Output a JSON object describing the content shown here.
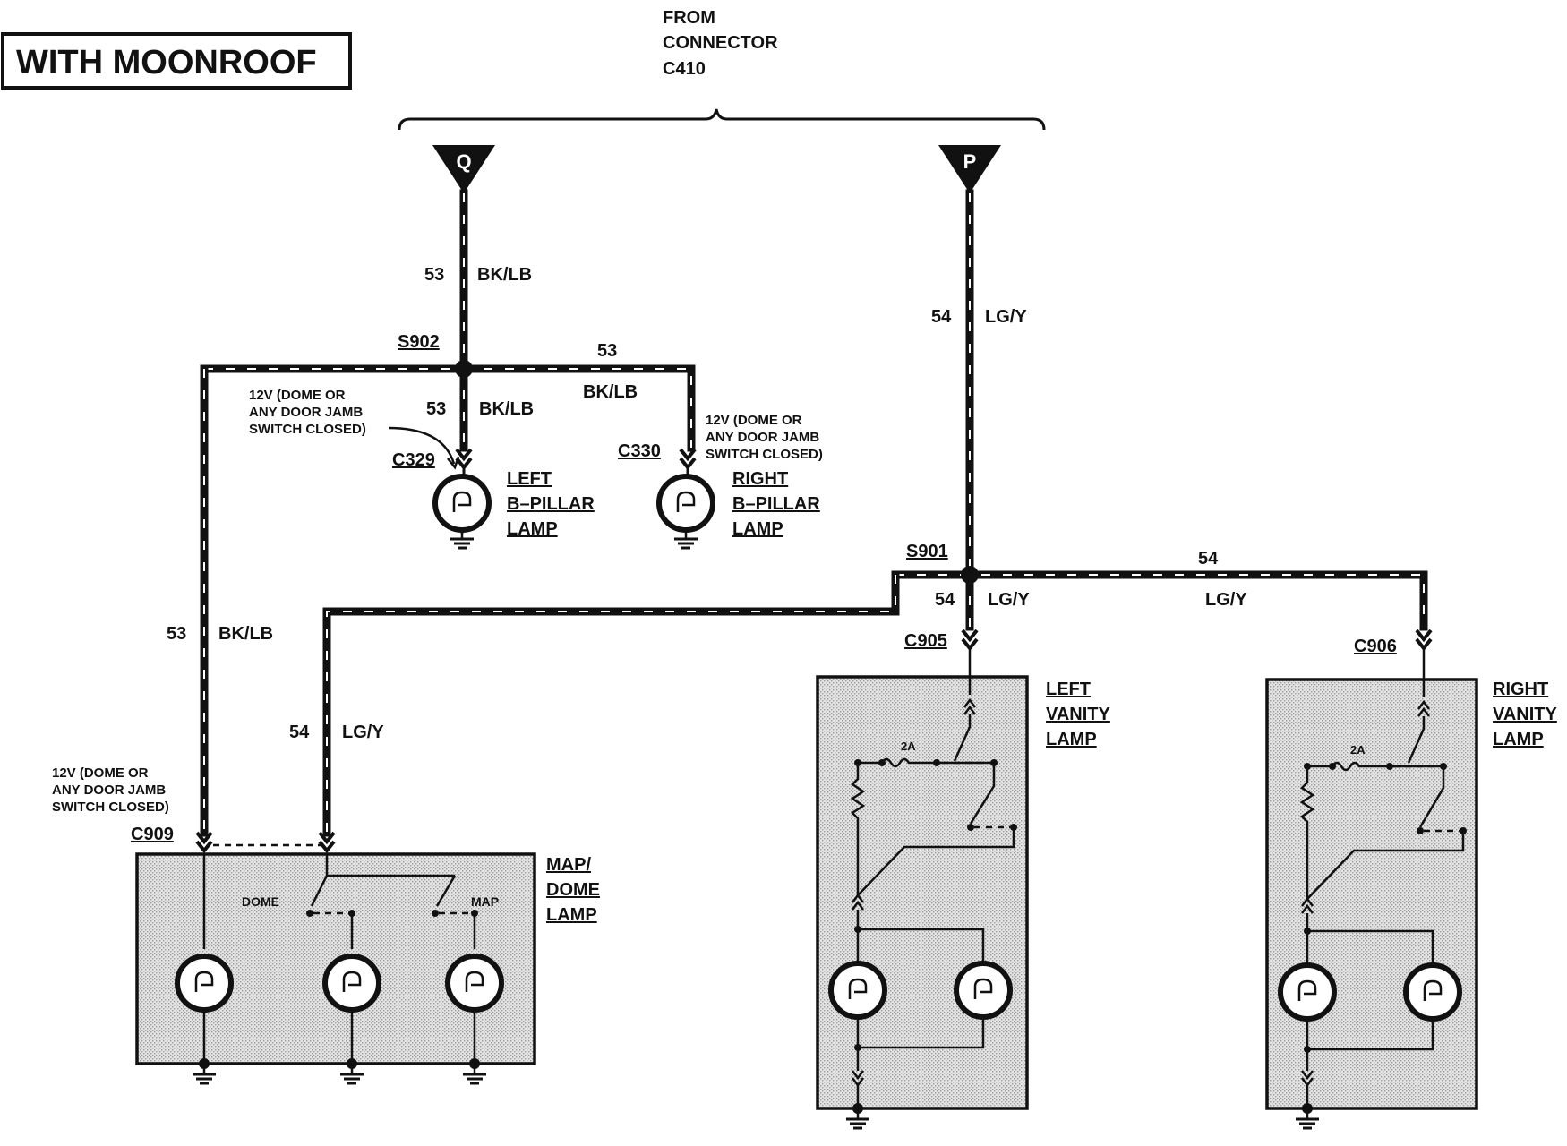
{
  "title_box": "WITH MOONROOF",
  "source": {
    "line1": "FROM",
    "line2": "CONNECTOR",
    "line3": "C410"
  },
  "terminals": {
    "q": "Q",
    "p": "P"
  },
  "circuits": {
    "c53": "53",
    "bklb": "BK/LB",
    "c54": "54",
    "lgy": "LG/Y"
  },
  "splices": {
    "s902": "S902",
    "s901": "S901"
  },
  "connectors": {
    "c329": "C329",
    "c330": "C330",
    "c909": "C909",
    "c905": "C905",
    "c906": "C906"
  },
  "notes": {
    "line1": "12V (DOME OR",
    "line2": "ANY DOOR  JAMB",
    "line3": "SWITCH   CLOSED)",
    "line3b": "SWITCH   CLOSED)"
  },
  "lamps": {
    "left_bpillar": [
      "LEFT",
      "B–PILLAR",
      "LAMP"
    ],
    "right_bpillar": [
      "RIGHT",
      "B–PILLAR",
      "LAMP"
    ],
    "map_dome": [
      "MAP/",
      "DOME",
      "LAMP"
    ],
    "left_vanity": [
      "LEFT",
      "VANITY",
      "LAMP"
    ],
    "right_vanity": [
      "RIGHT",
      "VANITY",
      "LAMP"
    ]
  },
  "switch_labels": {
    "dome": "DOME",
    "map": "MAP",
    "fuse": "2A"
  }
}
